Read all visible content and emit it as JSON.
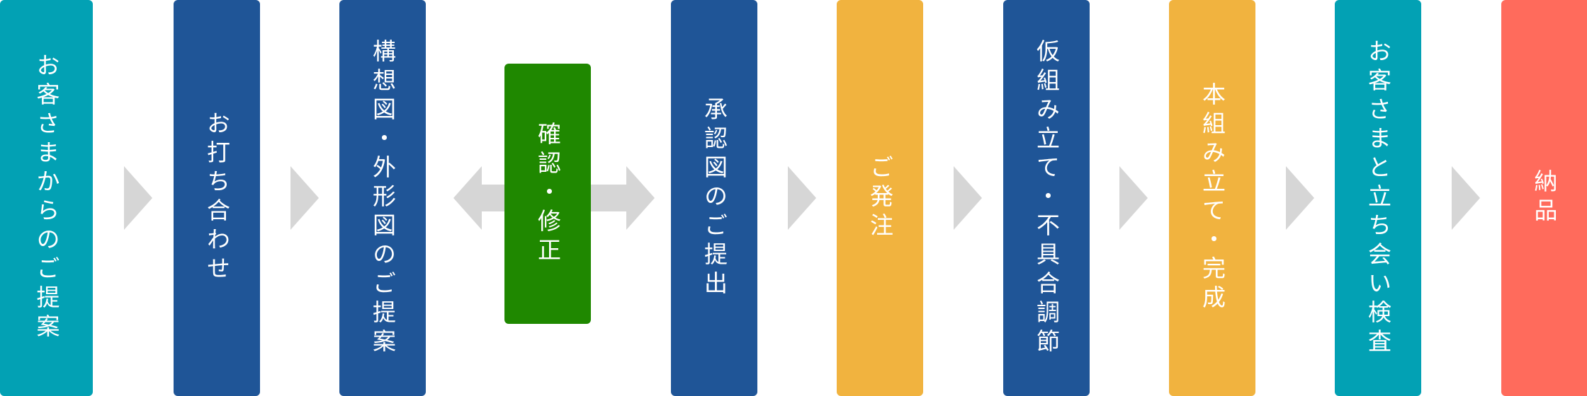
{
  "colors": {
    "teal": "#02a1b4",
    "navy": "#1f5597",
    "green": "#1f8800",
    "amber": "#f1b33f",
    "coral": "#ff6b5c",
    "arrow_gray": "#d6d6d6"
  },
  "steps": [
    {
      "label": "お客さまからのご提案"
    },
    {
      "label": "お打ち合わせ"
    },
    {
      "label": "構想図・外形図のご提案"
    },
    {
      "label": "確認・修正"
    },
    {
      "label": "承認図のご提出"
    },
    {
      "label": "ご発注"
    },
    {
      "label": "仮組み立て・不具合調節"
    },
    {
      "label": "本組み立て・完成"
    },
    {
      "label": "お客さまと立ち会い検査"
    },
    {
      "label": "納品"
    }
  ]
}
